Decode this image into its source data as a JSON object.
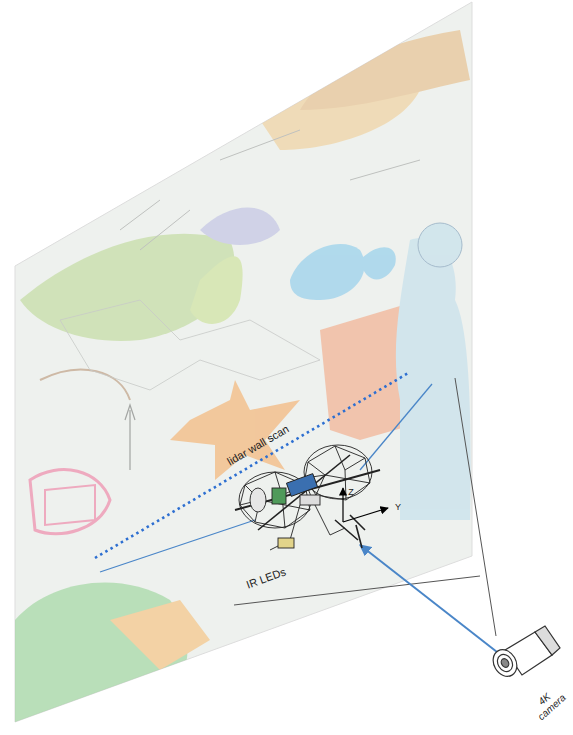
{
  "diagram": {
    "labels": [
      "lidar wall scan",
      "Z",
      "Y",
      "IR LEDs",
      "4K camera"
    ]
  }
}
